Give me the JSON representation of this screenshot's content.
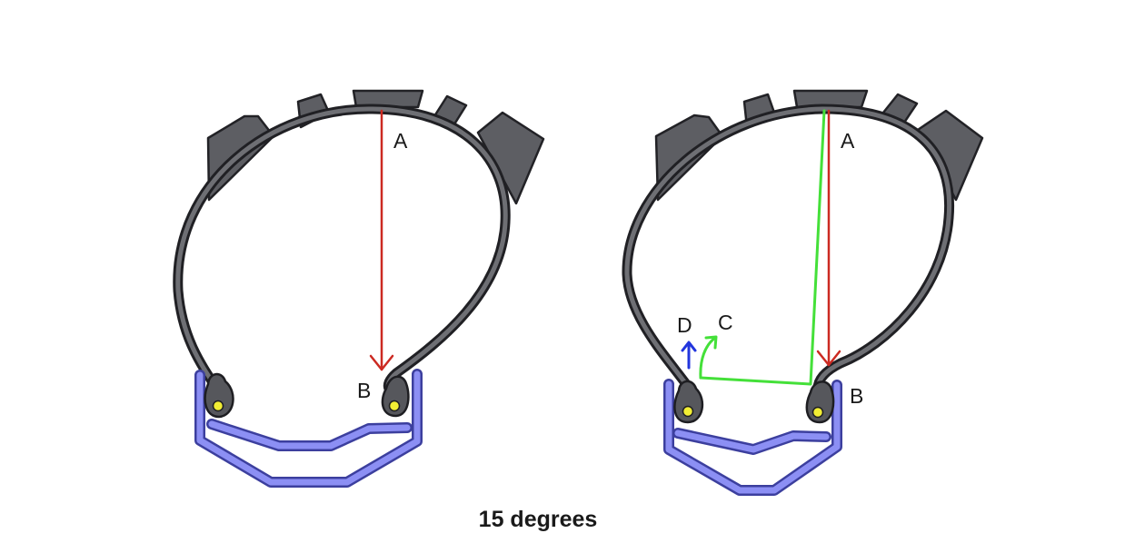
{
  "caption": "15 degrees",
  "labels": {
    "a": "A",
    "b": "B",
    "c": "C",
    "d": "D"
  },
  "colors": {
    "tread": "#5d5e63",
    "carcass": "#202024",
    "rim": "#8c8ff4",
    "rim_edge": "#3c3f9e",
    "bead_core": "#f2ee34",
    "vector_ab": "#cc2a22",
    "vector_c": "#44e039",
    "vector_d": "#2235dd"
  }
}
